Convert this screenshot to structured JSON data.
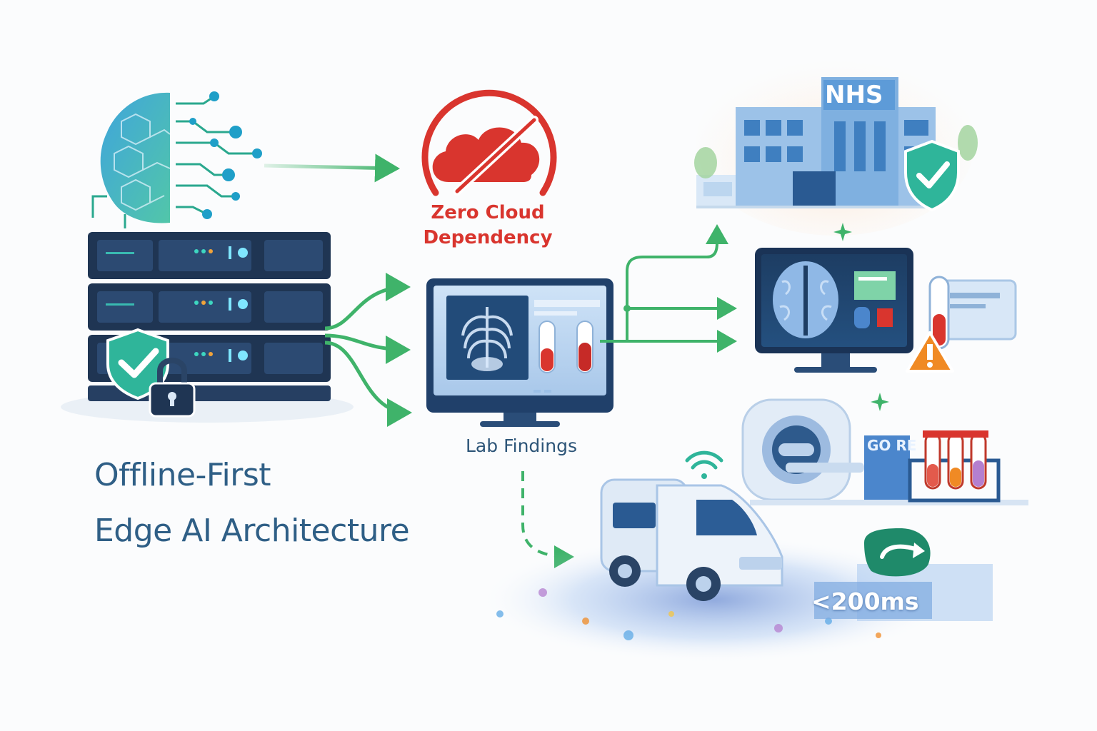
{
  "title": {
    "line1": "Offline-First",
    "line2": "Edge AI Architecture"
  },
  "cloud_badge": {
    "line1": "Zero Cloud",
    "line2": "Dependency"
  },
  "lab_label": "Lab Findings",
  "hospital_sign": "NHS",
  "analyzer_label": "GO RE",
  "latency": "<200ms",
  "colors": {
    "title": "#2f5f86",
    "arrow_green": "#3fb36a",
    "alert_red": "#d9352e",
    "server_navy": "#1f3553",
    "shield_teal": "#2fb59a",
    "warning_orange": "#f08a24"
  },
  "icons": [
    "brain-circuit-icon",
    "server-rack-icon",
    "shield-check-icon",
    "padlock-icon",
    "no-cloud-icon",
    "monitor-xray-icon",
    "hospital-icon",
    "brain-scan-monitor-icon",
    "warning-icon",
    "mri-scanner-icon",
    "test-tubes-icon",
    "ambulance-icon",
    "wifi-icon"
  ]
}
